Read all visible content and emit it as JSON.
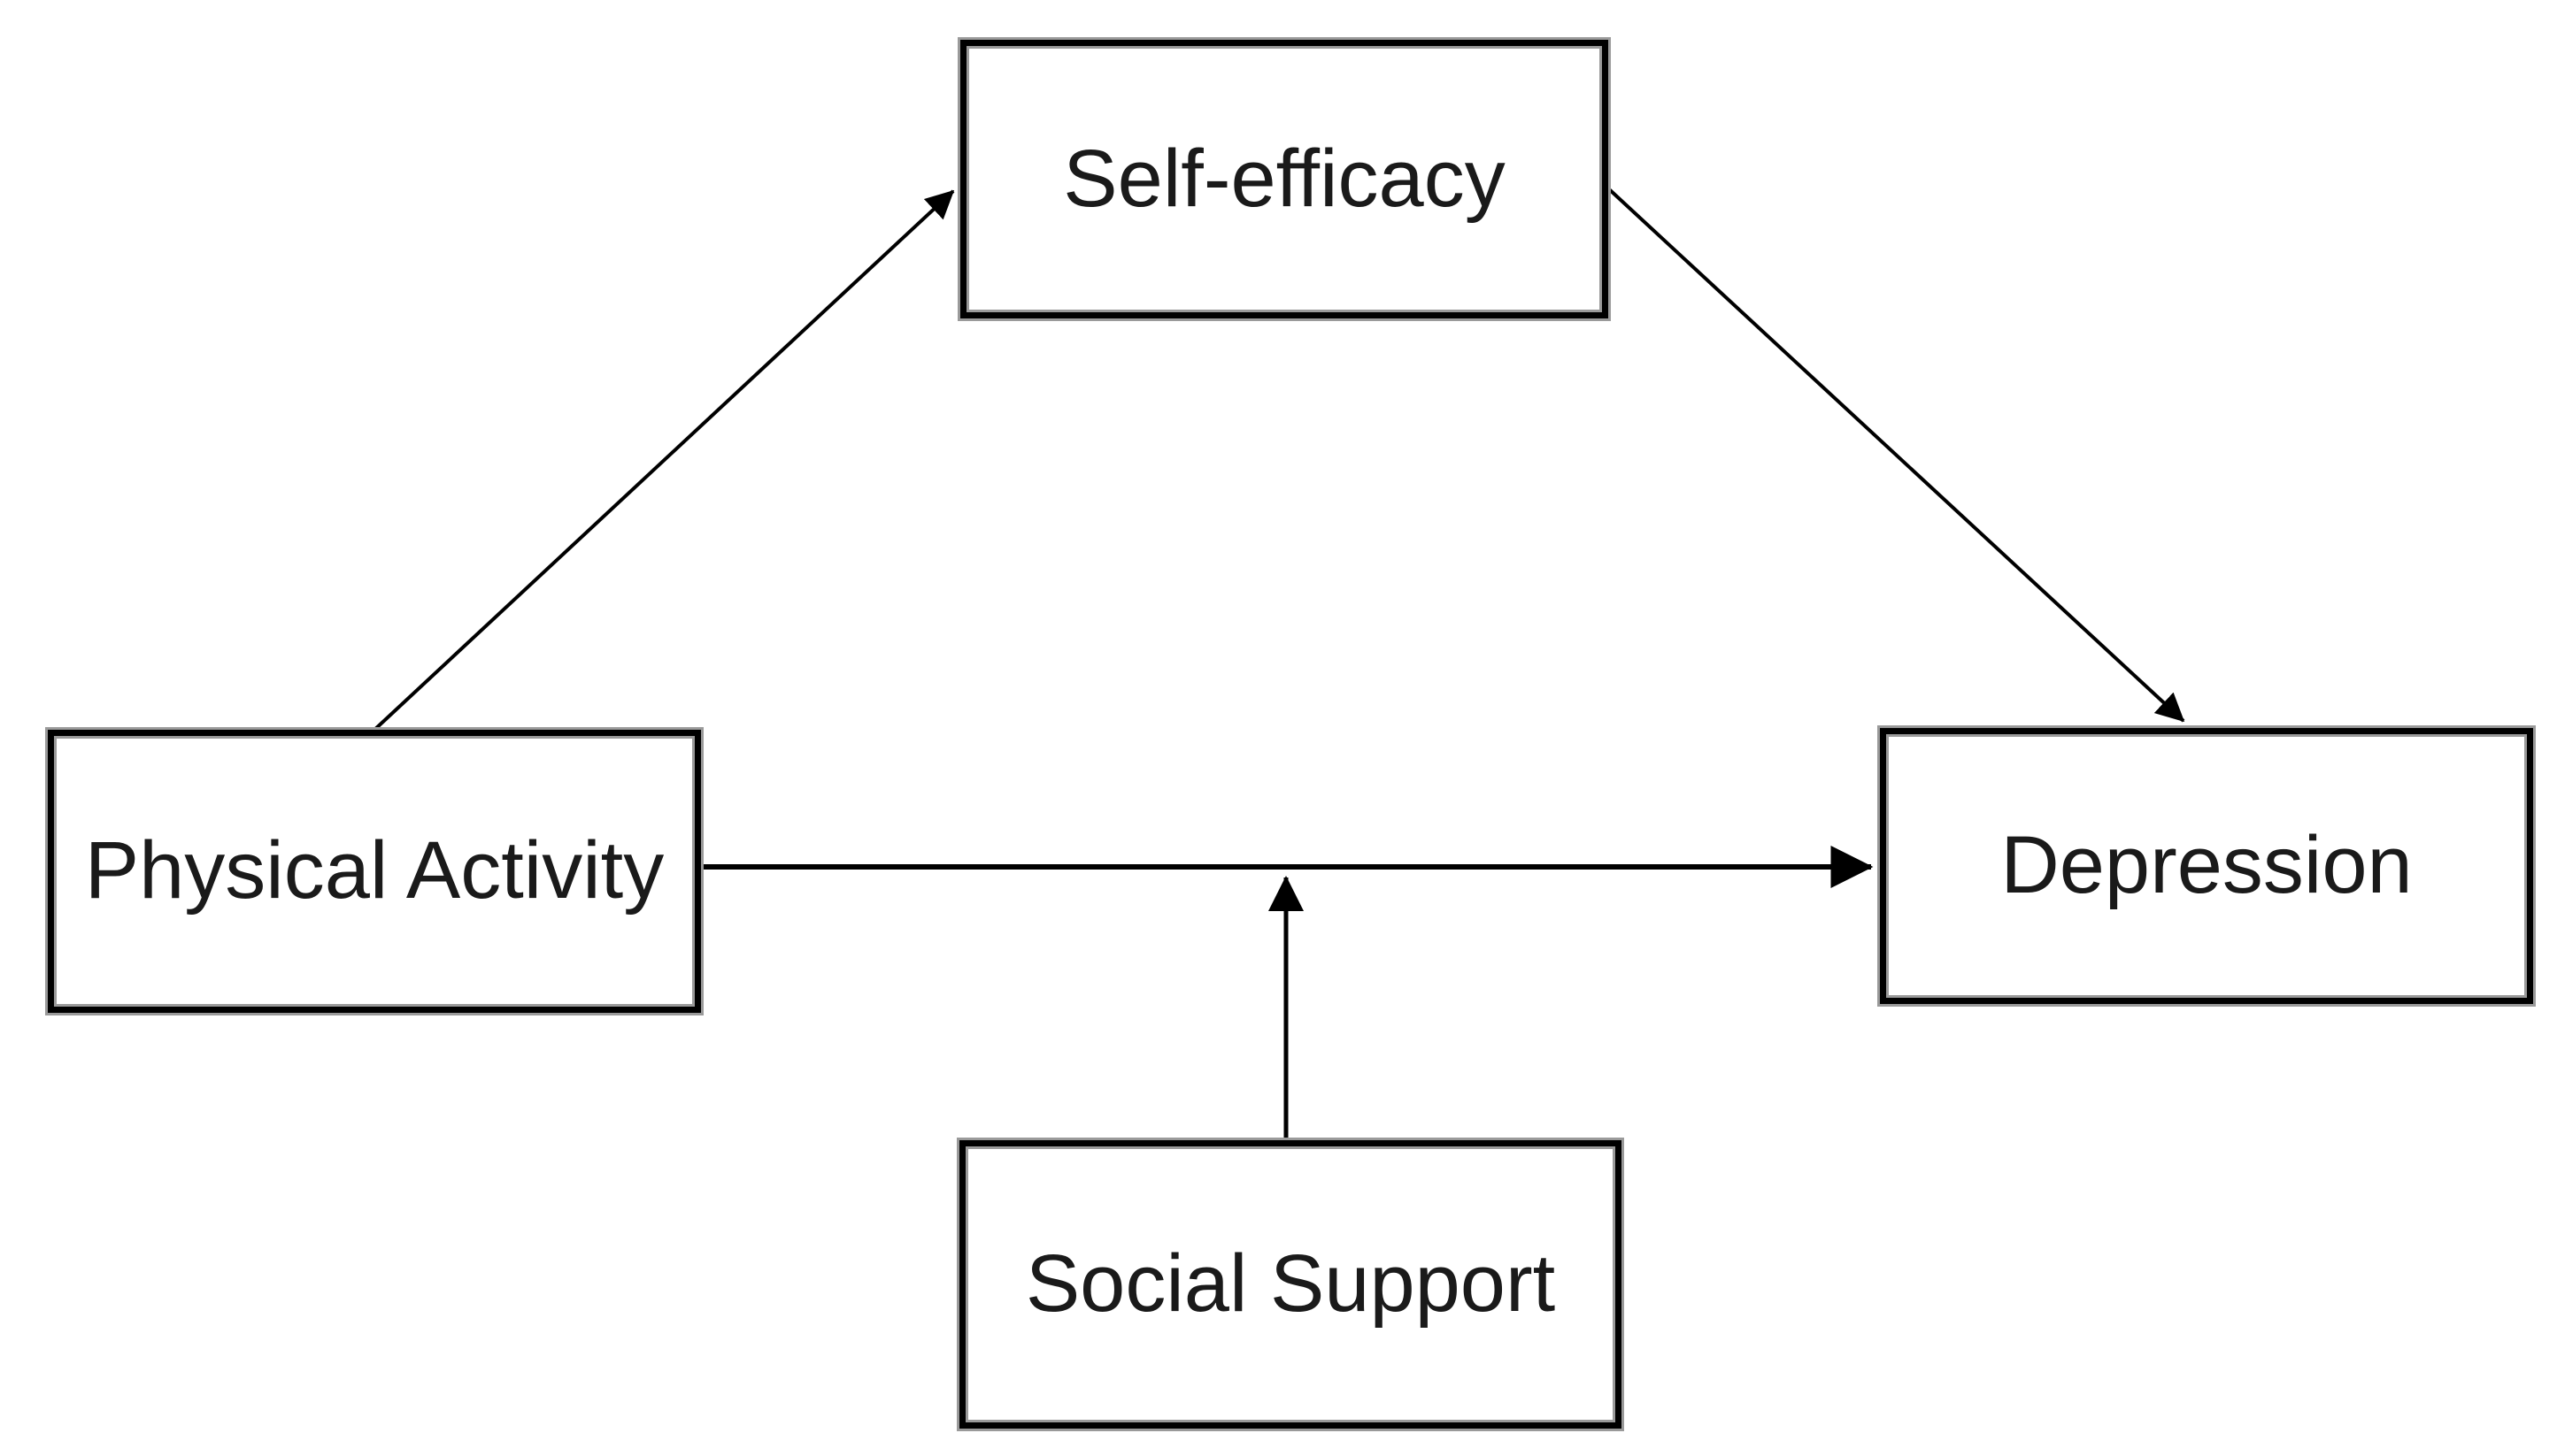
{
  "diagram": {
    "type": "path-model",
    "description": "Mediation-moderation model: Physical Activity affects Depression directly and via Self-efficacy; Social Support moderates the direct path."
  },
  "nodes": {
    "self_efficacy": {
      "label": "Self-efficacy"
    },
    "physical_activity": {
      "label": "Physical Activity"
    },
    "depression": {
      "label": "Depression"
    },
    "social_support": {
      "label": "Social Support"
    }
  },
  "edges": [
    {
      "name": "physical-activity-to-self-efficacy",
      "from": "physical_activity",
      "to": "self_efficacy",
      "style": "arrow",
      "role": "mediator-path-a"
    },
    {
      "name": "self-efficacy-to-depression",
      "from": "self_efficacy",
      "to": "depression",
      "style": "arrow",
      "role": "mediator-path-b"
    },
    {
      "name": "physical-activity-to-depression",
      "from": "physical_activity",
      "to": "depression",
      "style": "arrow",
      "role": "direct-path"
    },
    {
      "name": "social-support-to-direct-path",
      "from": "social_support",
      "to": "physical-activity-to-depression",
      "style": "arrow",
      "role": "moderation"
    }
  ],
  "colors": {
    "background": "#ffffff",
    "node_fill": "#ffffff",
    "node_border": "#000000",
    "edge": "#000000",
    "text": "#1a1a1a"
  }
}
